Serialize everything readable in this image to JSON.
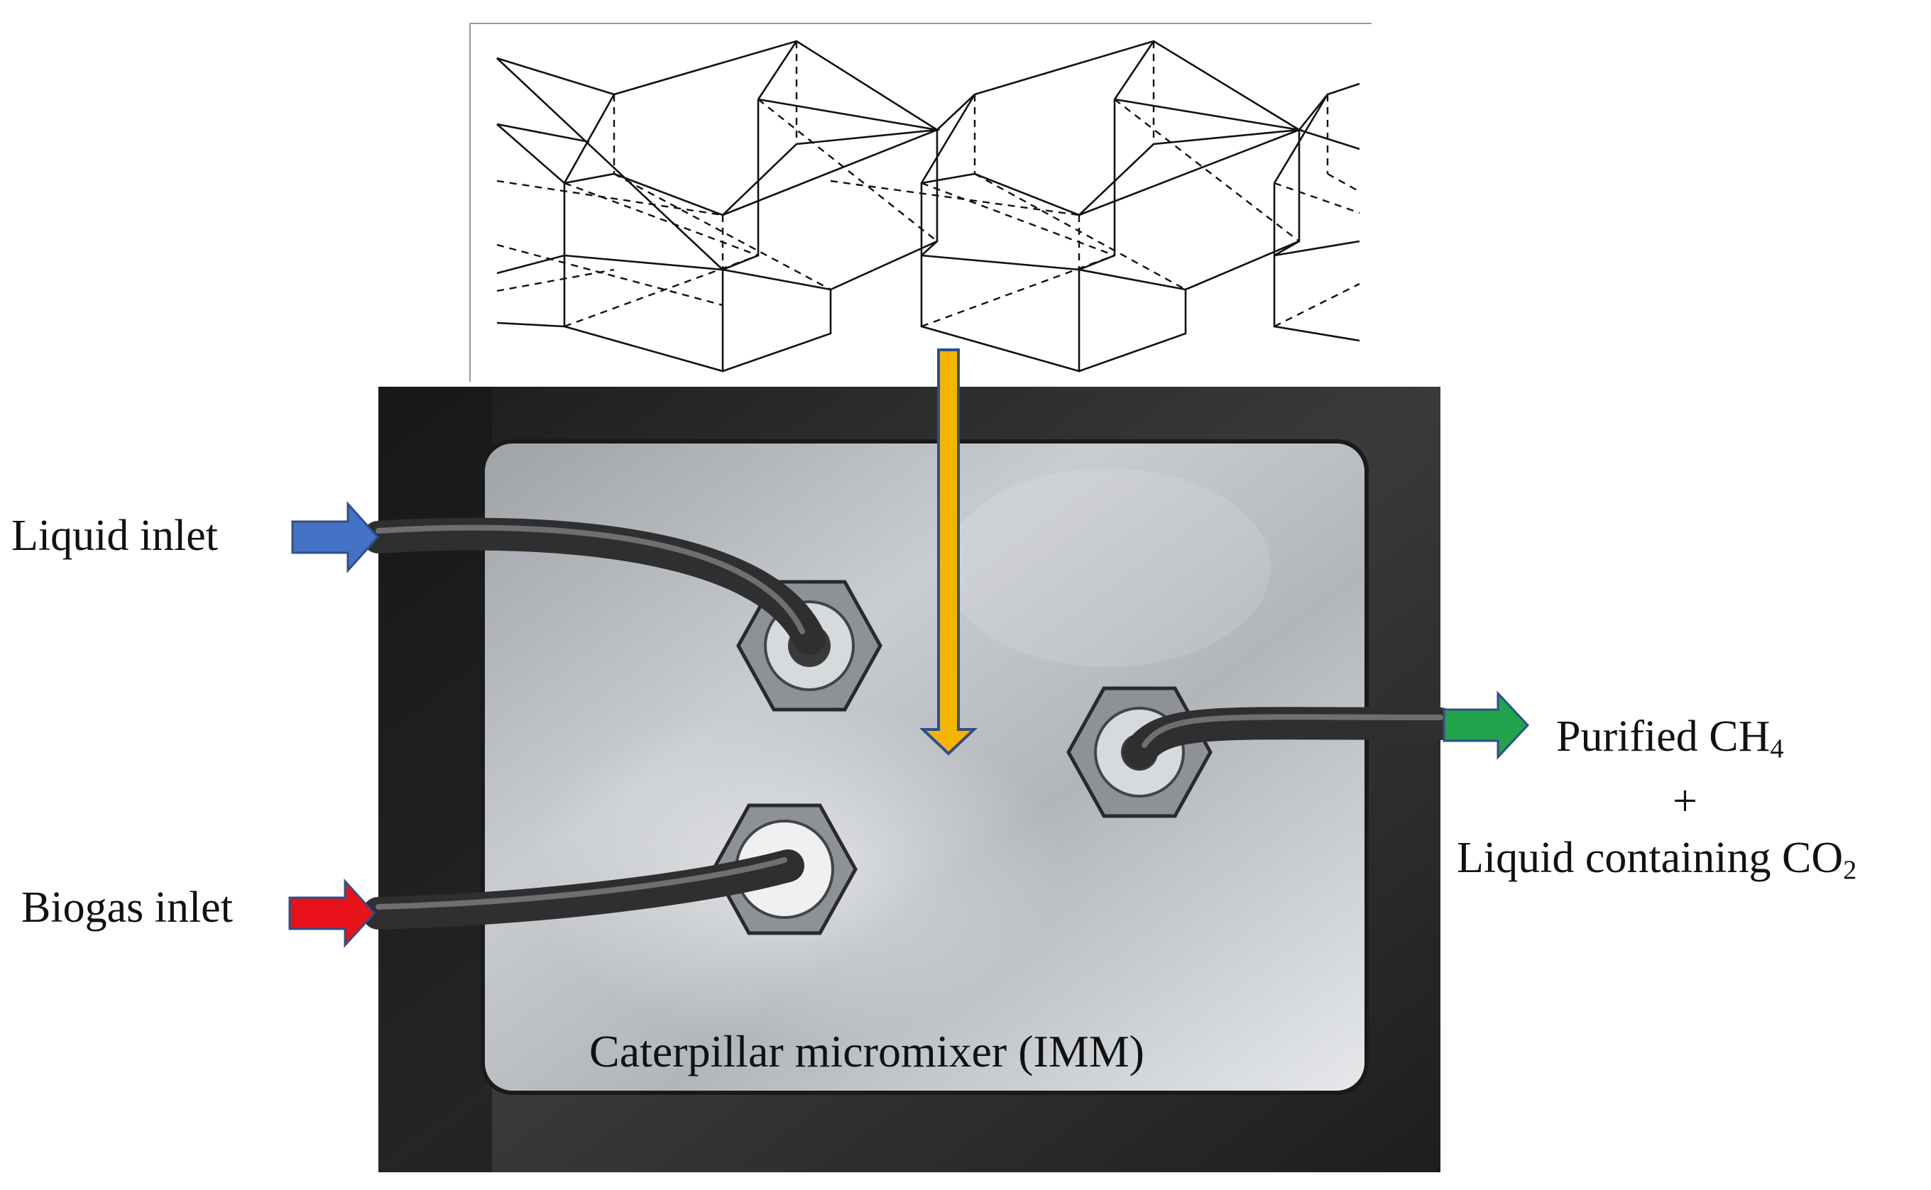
{
  "labels": {
    "liquid_inlet": "Liquid inlet",
    "biogas_inlet": "Biogas inlet",
    "purified_prefix": "Purified CH",
    "purified_sub": "4",
    "plus": "+",
    "liquid_containing_prefix": "Liquid containing CO",
    "liquid_containing_sub": "2",
    "device": "Caterpillar micromixer (IMM)"
  },
  "colors": {
    "liquid_arrow": "#4472c4",
    "biogas_arrow": "#e8121a",
    "outlet_arrow": "#22a24a",
    "zoom_arrow": "#f5b400",
    "zoom_arrow_outline": "#2f4f8a",
    "backdrop": "#2a2a2a",
    "plate": "#b4b8bc",
    "tube": "#3c3c3c"
  }
}
